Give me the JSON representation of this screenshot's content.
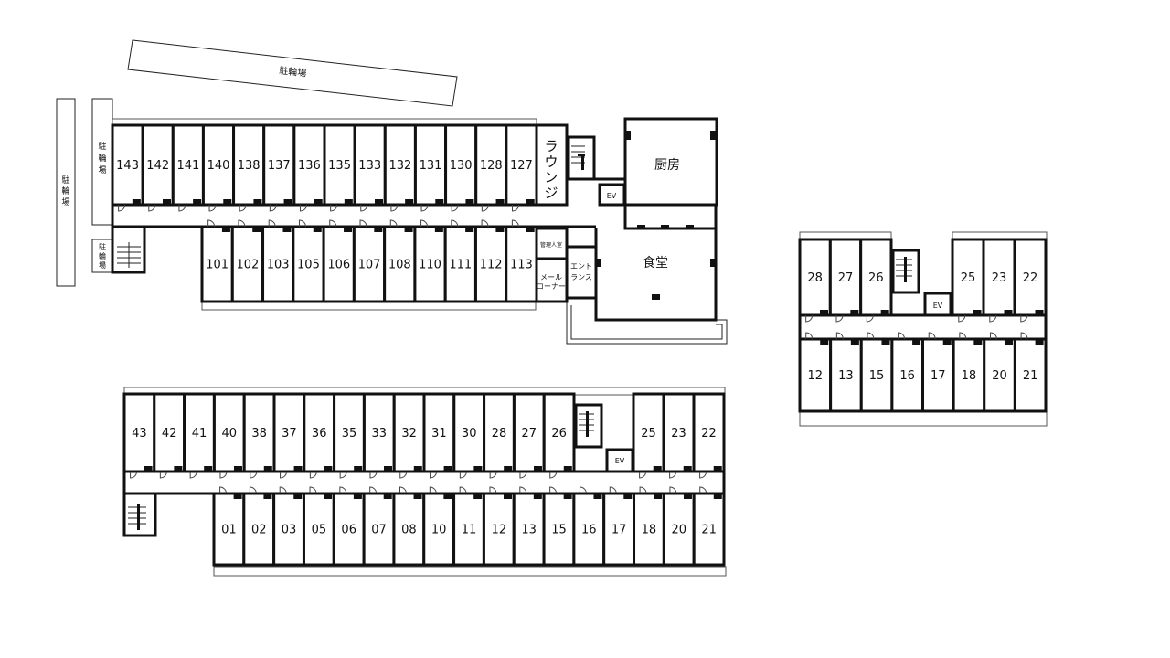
{
  "labels": {
    "bike_parking": "駐輪場",
    "lounge": "ラウンジ",
    "kitchen": "厨房",
    "dining": "食堂",
    "manager": "管理人室",
    "entrance": "エントランス",
    "entrance_line1": "エント",
    "entrance_line2": "ランス",
    "mail_line1": "メール",
    "mail_line2": "コーナー",
    "ev": "EV"
  },
  "floors": {
    "main_top": [
      "143",
      "142",
      "141",
      "140",
      "138",
      "137",
      "136",
      "135",
      "133",
      "132",
      "131",
      "130",
      "128",
      "127"
    ],
    "main_bottom": [
      "101",
      "102",
      "103",
      "105",
      "106",
      "107",
      "108",
      "110",
      "111",
      "112",
      "113"
    ],
    "lower_top": [
      "43",
      "42",
      "41",
      "40",
      "38",
      "37",
      "36",
      "35",
      "33",
      "32",
      "31",
      "30",
      "28",
      "27",
      "26"
    ],
    "lower_top_right": [
      "25",
      "23",
      "22"
    ],
    "lower_bottom": [
      "01",
      "02",
      "03",
      "05",
      "06",
      "07",
      "08",
      "10",
      "11",
      "12",
      "13",
      "15",
      "16",
      "17",
      "18",
      "20",
      "21"
    ],
    "right_top_left": [
      "28",
      "27",
      "26"
    ],
    "right_top_right": [
      "25",
      "23",
      "22"
    ],
    "right_bottom": [
      "12",
      "13",
      "15",
      "16",
      "17",
      "18",
      "20",
      "21"
    ]
  }
}
